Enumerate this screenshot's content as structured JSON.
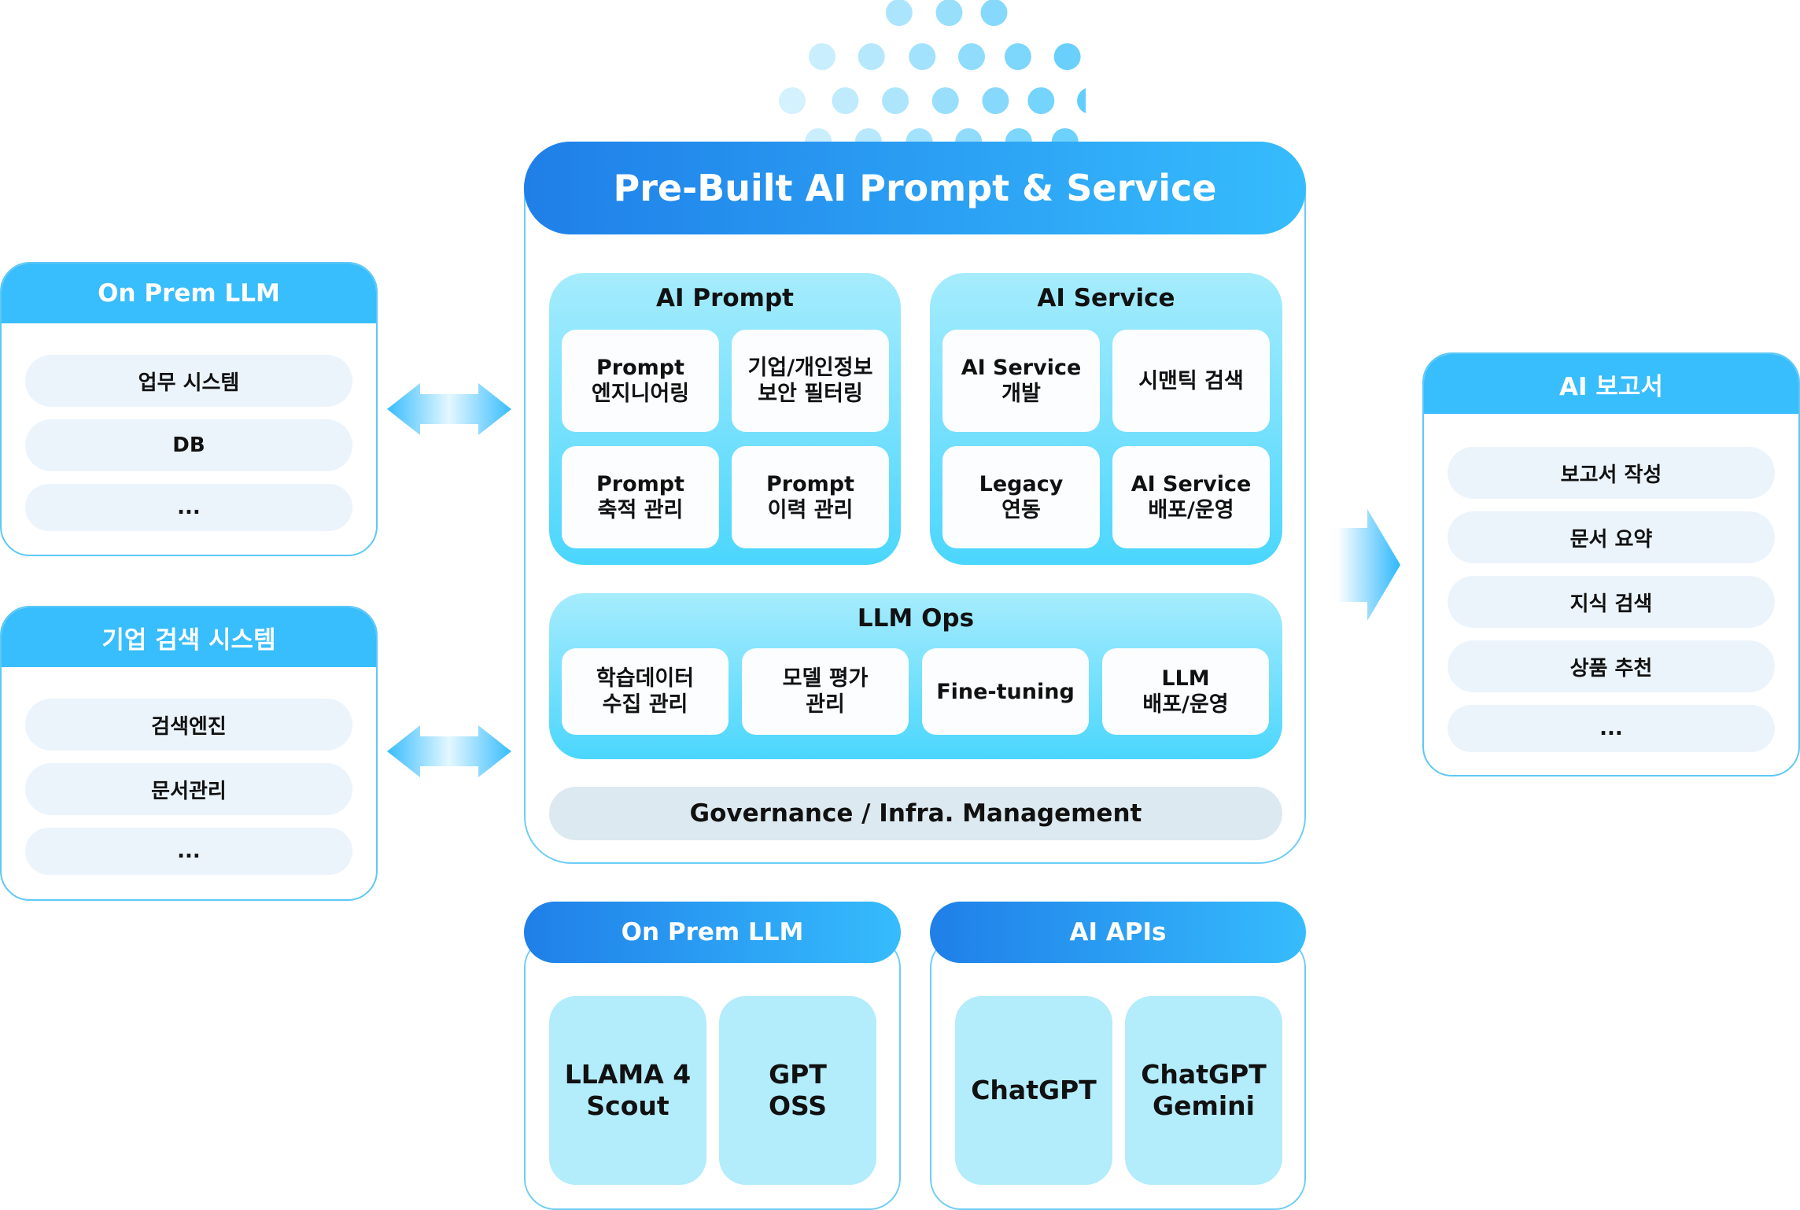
{
  "main": {
    "title": "Pre-Built AI Prompt & Service",
    "ai_prompt": {
      "title": "AI Prompt",
      "cards": [
        "Prompt\n엔지니어링",
        "기업/개인정보\n보안 필터링",
        "Prompt\n축적 관리",
        "Prompt\n이력 관리"
      ]
    },
    "ai_service": {
      "title": "AI Service",
      "cards": [
        "AI Service\n개발",
        "시맨틱 검색",
        "Legacy\n연동",
        "AI Service\n배포/운영"
      ]
    },
    "llm_ops": {
      "title": "LLM Ops",
      "cards": [
        "학습데이터\n수집 관리",
        "모델 평가\n관리",
        "Fine-tuning",
        "LLM\n배포/운영"
      ]
    },
    "governance": "Governance / Infra. Management"
  },
  "left": {
    "on_prem": {
      "title": "On Prem LLM",
      "items": [
        "업무 시스템",
        "DB",
        "..."
      ]
    },
    "search_system": {
      "title": "기업 검색 시스템",
      "items": [
        "검색엔진",
        "문서관리",
        "..."
      ]
    }
  },
  "right": {
    "report": {
      "title": "AI 보고서",
      "items": [
        "보고서 작성",
        "문서 요약",
        "지식 검색",
        "상품 추천",
        "..."
      ]
    }
  },
  "bottom": {
    "on_prem_llm": {
      "title": "On Prem LLM",
      "models": [
        "LLAMA 4\nScout",
        "GPT\nOSS"
      ]
    },
    "ai_apis": {
      "title": "AI APIs",
      "models": [
        "ChatGPT",
        "ChatGPT\nGemini"
      ]
    }
  },
  "icons": {
    "left_arrows": "double-arrow-icon",
    "right_arrow": "right-arrow-icon",
    "decoration": "dot-sphere-icon"
  },
  "colors": {
    "header_gradient_start": "#1f7fe8",
    "header_gradient_end": "#36bcfd",
    "side_header": "#38bdfd",
    "group_light": "#a6ecfd",
    "group_dark": "#4bd6fd",
    "pill_bg": "#ebf4fb",
    "governance_bg": "#dde9f0",
    "model_bg": "#b3ecfb"
  }
}
